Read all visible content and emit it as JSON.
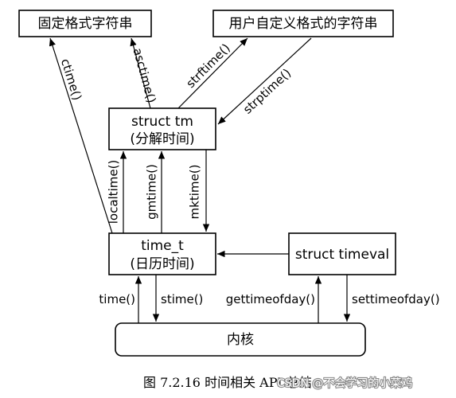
{
  "nodes": {
    "fixed_format_string": "固定格式字符串",
    "custom_format_string": "用户自定义格式的字符串",
    "struct_tm_line1": "struct tm",
    "struct_tm_line2": "(分解时间)",
    "time_t_line1": "time_t",
    "time_t_line2": "(日历时间)",
    "struct_timeval": "struct timeval",
    "kernel": "内核"
  },
  "edges": {
    "ctime": "ctime()",
    "asctime": "asctime()",
    "strftime": "strftime()",
    "strptime": "strptime()",
    "localtime": "localtime()",
    "gmtime": "gmtime()",
    "mktime": "mktime()",
    "time": "time()",
    "stime": "stime()",
    "gettimeofday": "gettimeofday()",
    "settimeofday": "settimeofday()"
  },
  "caption": {
    "text": "图  7.2.16  时间相关 API 总结"
  },
  "watermark": {
    "text": "CSDN @不会学习的小菜鸡"
  }
}
